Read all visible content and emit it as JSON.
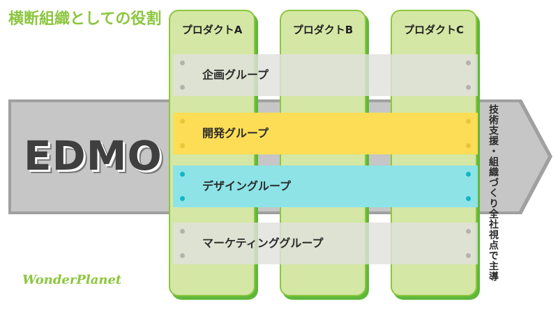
{
  "title": "横断組織としての役割",
  "center_label": "EDMO",
  "columns": [
    {
      "label": "プロダクトA"
    },
    {
      "label": "プロダクトB"
    },
    {
      "label": "プロダクトC"
    }
  ],
  "groups": [
    {
      "label": "企画グループ",
      "color": "#e1e1dc"
    },
    {
      "label": "開発グループ",
      "color": "#fcdd55"
    },
    {
      "label": "デザイングループ",
      "color": "#8de3e6"
    },
    {
      "label": "マーケティンググループ",
      "color": "#e1e1dc"
    }
  ],
  "side_label": "技術支援・組織づくり全社視点で主導",
  "logo": "WonderPlanet",
  "colors": {
    "accent_green": "#8cc63f",
    "column_fill": "#d4e7a5",
    "arrow_fill": "#c6c6c6"
  }
}
